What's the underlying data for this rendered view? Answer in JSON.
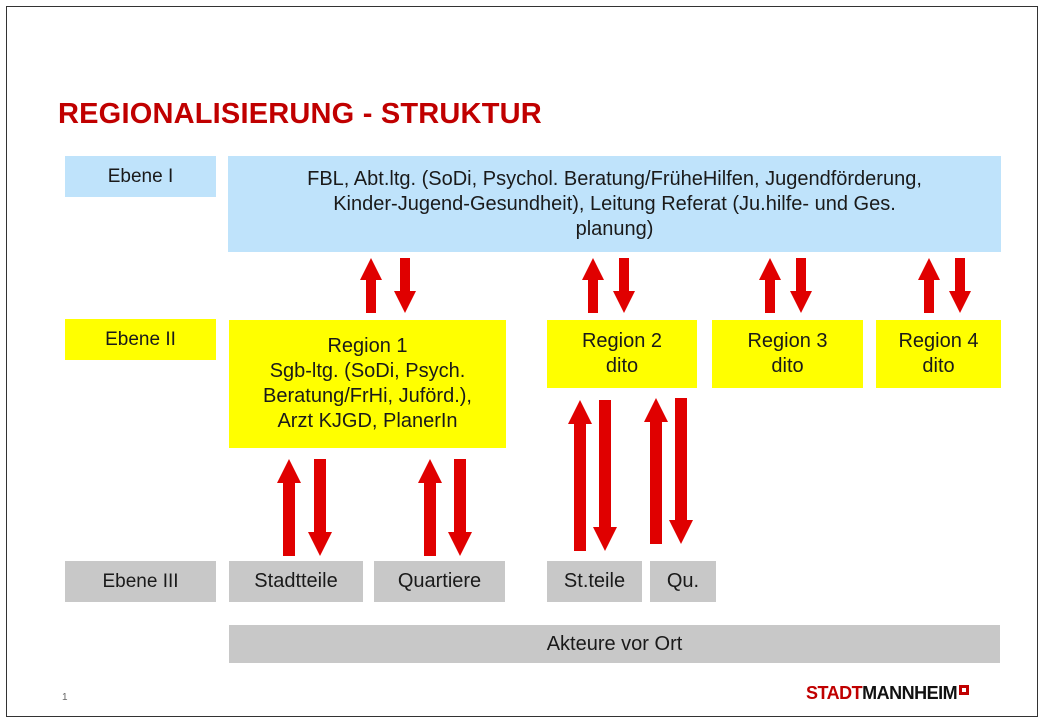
{
  "title": "REGIONALISIERUNG - STRUKTUR",
  "levels": {
    "ebene1": "Ebene I",
    "ebene2": "Ebene II",
    "ebene3": "Ebene III"
  },
  "ebene1_box": "FBL, Abt.ltg. (SoDi, Psychol. Beratung/FrüheHilfen, Jugendförderung,\nKinder-Jugend-Gesundheit), Leitung Referat (Ju.hilfe- und Ges.\nplanung)",
  "regions": [
    {
      "text": "Region 1\nSgb-ltg. (SoDi, Psych.\nBeratung/FrHi, Juförd.),\nArzt KJGD, PlanerIn"
    },
    {
      "text": "Region 2\ndito"
    },
    {
      "text": "Region 3\ndito"
    },
    {
      "text": "Region 4\ndito"
    }
  ],
  "ebene3_items": [
    "Stadtteile",
    "Quartiere",
    "St.teile",
    "Qu."
  ],
  "akteure": "Akteure vor Ort",
  "page_number": "1",
  "logo": {
    "part1": "STADT",
    "part2": "MANNHEIM"
  },
  "colors": {
    "title": "#c00000",
    "arrow": "#e00000",
    "blue": "#bfe3fb",
    "yellow": "#ffff00",
    "gray": "#c8c8c8"
  }
}
